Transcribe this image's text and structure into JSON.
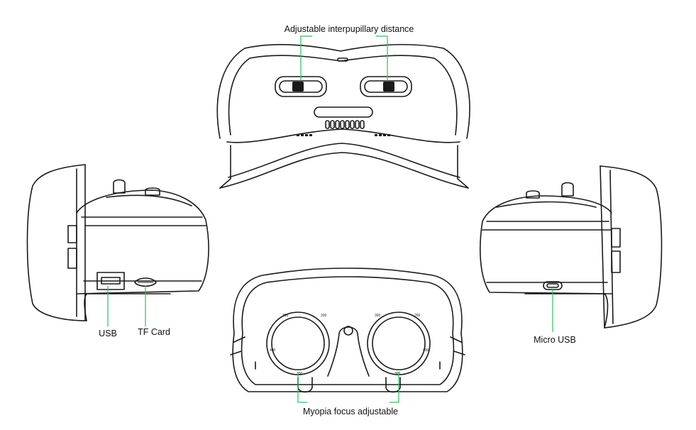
{
  "labels": {
    "ipd": "Adjustable interpupillary distance",
    "usb": "USB",
    "tf_card": "TF Card",
    "micro_usb": "Micro USB",
    "myopia": "Myopia focus adjustable"
  },
  "colors": {
    "leader": "#22c55e",
    "ink": "#1a1a1a"
  }
}
